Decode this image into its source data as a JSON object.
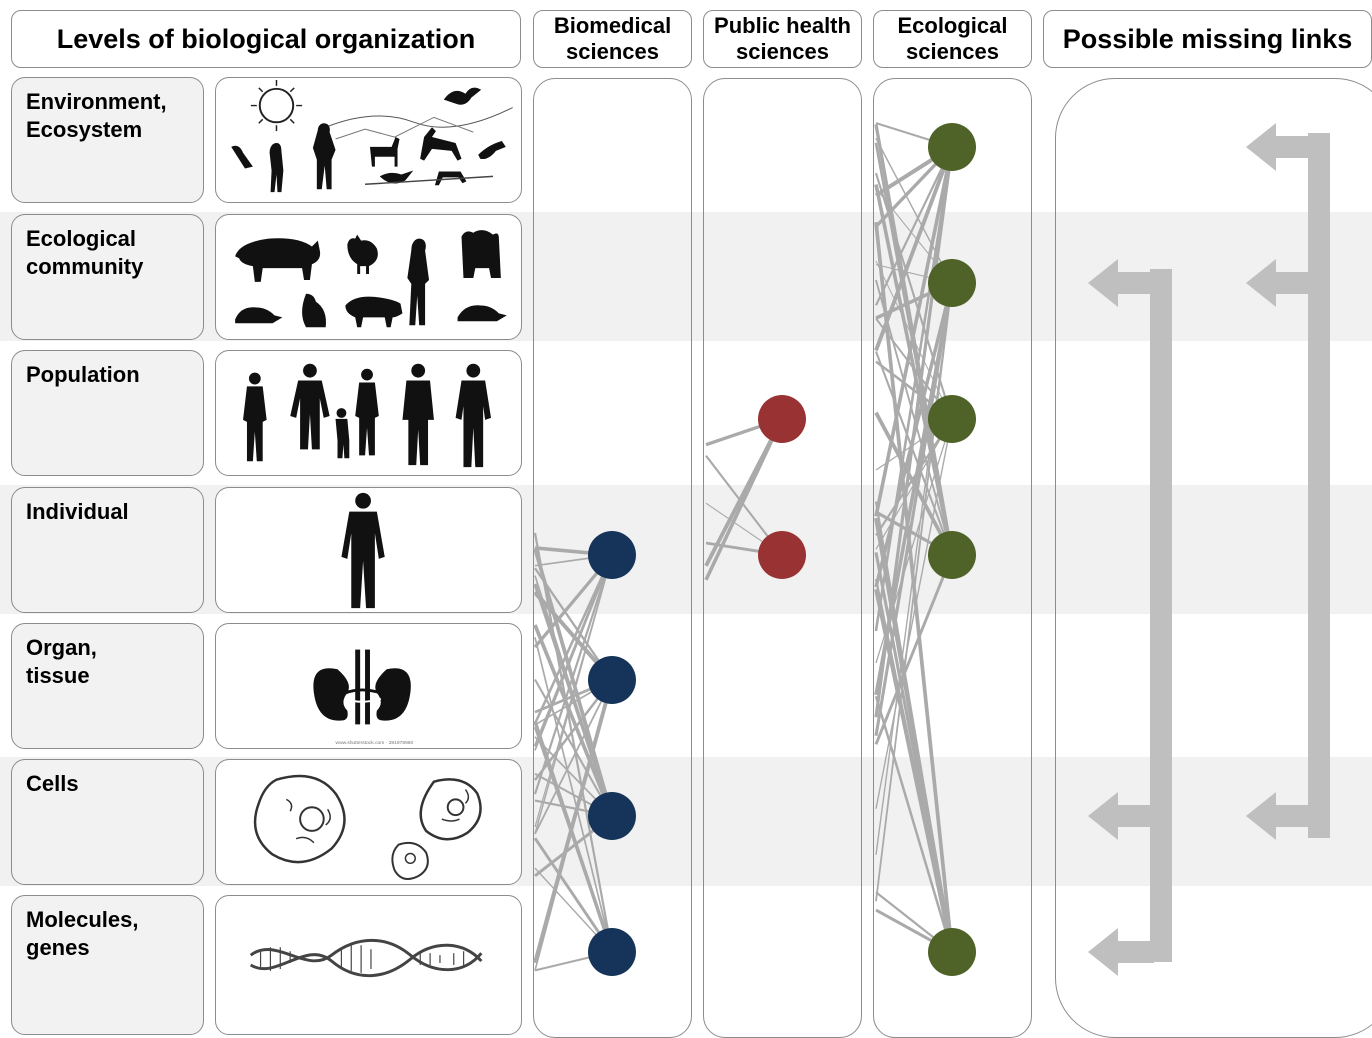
{
  "headers": {
    "levels": "Levels of biological organization",
    "biomedical": "Biomedical\nsciences",
    "public_health": "Public health\nsciences",
    "ecological": "Ecological\nsciences",
    "missing_links": "Possible missing links"
  },
  "levels": [
    {
      "label": "Environment,\nEcosystem",
      "icon": "ecosystem-icon"
    },
    {
      "label": "Ecological\ncommunity",
      "icon": "animals-icon"
    },
    {
      "label": "Population",
      "icon": "people-icon"
    },
    {
      "label": "Individual",
      "icon": "person-icon"
    },
    {
      "label": "Organ,\ntissue",
      "icon": "kidneys-icon"
    },
    {
      "label": "Cells",
      "icon": "cells-icon"
    },
    {
      "label": "Molecules,\ngenes",
      "icon": "dna-icon"
    }
  ],
  "disciplines": [
    {
      "key": "biomedical",
      "color": "#16345a",
      "levels": [
        3,
        4,
        5,
        6
      ]
    },
    {
      "key": "public_health",
      "color": "#993333",
      "levels": [
        2,
        3
      ]
    },
    {
      "key": "ecological",
      "color": "#4f6228",
      "levels": [
        0,
        1,
        2,
        3,
        6
      ]
    }
  ],
  "missing_links": [
    {
      "from": 6,
      "to": 1,
      "arrowheads": [
        1,
        5,
        6
      ]
    },
    {
      "from": 5,
      "to": 0,
      "arrowheads": [
        0,
        1,
        5
      ]
    }
  ],
  "colors": {
    "band": "#f1f1f1",
    "line": "#aaaaaa",
    "arrow": "#bfbfbf"
  }
}
